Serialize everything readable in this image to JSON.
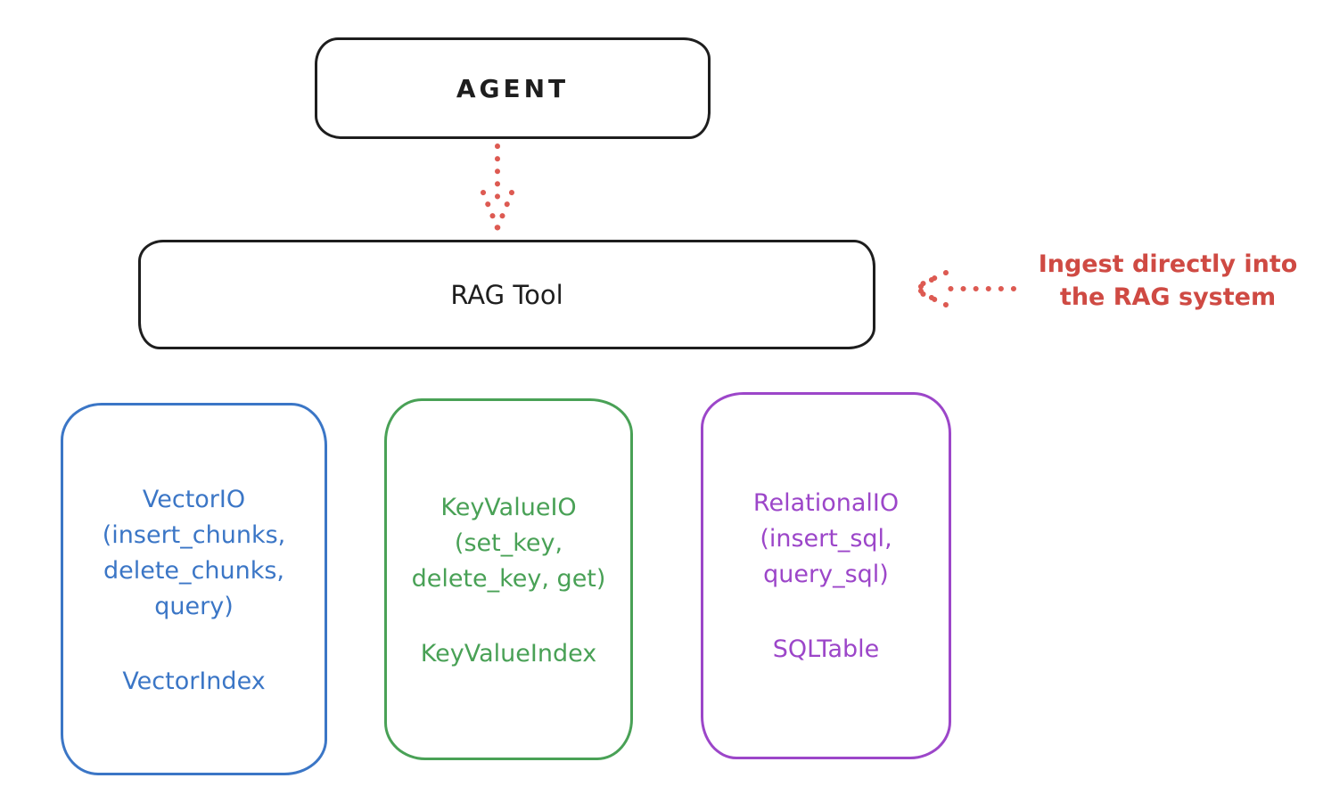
{
  "agent": {
    "label": "AGENT"
  },
  "rag_tool": {
    "label": "RAG Tool"
  },
  "annotation": {
    "line1": "Ingest directly into",
    "line2": "the RAG system"
  },
  "storages": {
    "vector": {
      "title": "VectorIO",
      "op1": "(insert_chunks,",
      "op2": "delete_chunks,",
      "op3": "query)",
      "index": "VectorIndex",
      "color": "#3b76c6"
    },
    "keyvalue": {
      "title": "KeyValueIO",
      "op1": "(set_key,",
      "op2": "delete_key, get)",
      "index": "KeyValueIndex",
      "color": "#49a156"
    },
    "relational": {
      "title": "RelationalIO",
      "op1": "(insert_sql,",
      "op2": "query_sql)",
      "index": "SQLTable",
      "color": "#9c46c9"
    }
  },
  "icons": {
    "down_arrow": "dotted-arrow-down",
    "left_arrow": "dotted-arrow-left"
  },
  "colors": {
    "ink": "#1e1e1e",
    "arrow_red": "#dd5a52",
    "annotation_red": "#cf4a43"
  }
}
